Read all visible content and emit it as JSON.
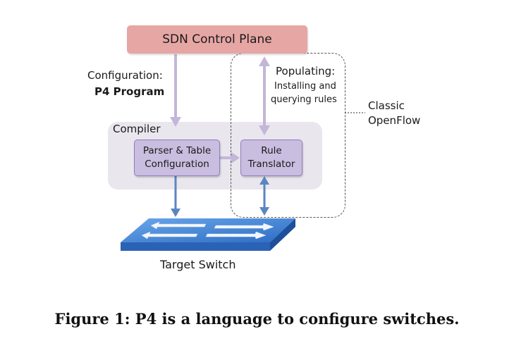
{
  "control_plane": {
    "label": "SDN Control Plane"
  },
  "configuration": {
    "line1": "Configuration:",
    "line2": "P4 Program"
  },
  "populating": {
    "line1": "Populating:",
    "line2": "Installing and",
    "line3": "querying rules"
  },
  "classic_openflow": {
    "line1": "Classic",
    "line2": "OpenFlow"
  },
  "compiler": {
    "label": "Compiler"
  },
  "parser_box": {
    "line1": "Parser & Table",
    "line2": "Configuration"
  },
  "rule_box": {
    "line1": "Rule",
    "line2": "Translator"
  },
  "target_switch": {
    "label": "Target Switch"
  },
  "caption": "Figure 1: P4 is a language to configure switches.",
  "colors": {
    "control_plane": "#e6a6a4",
    "compiler_bg": "#e9e6ee",
    "inner_box": "#c9bde0",
    "arrow_lavender": "#c3b6d8",
    "arrow_blue": "#5a86c0",
    "switch_top": "#3f7fd0",
    "switch_side": "#1e4f9a"
  }
}
